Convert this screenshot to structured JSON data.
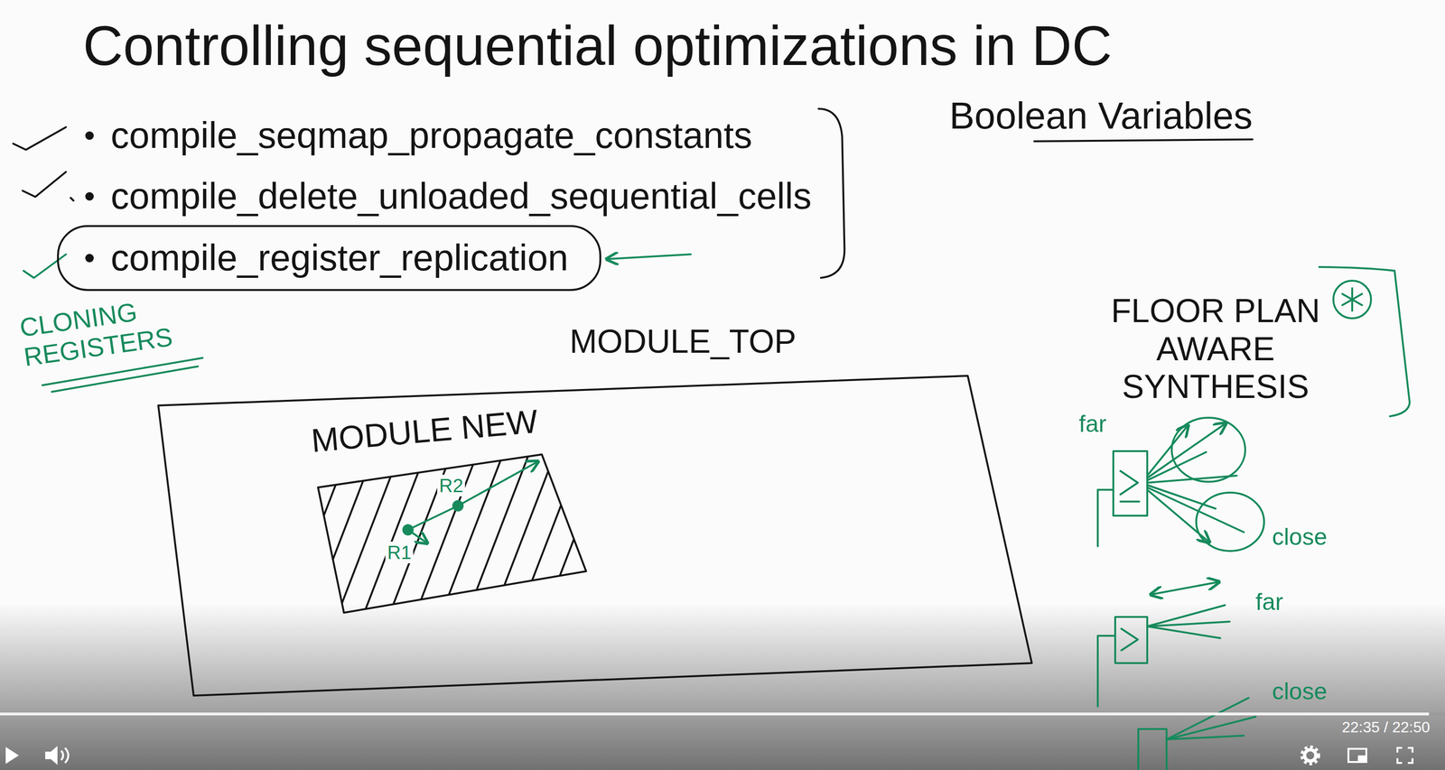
{
  "diagram": {
    "title": "Controlling sequential optimizations in DC",
    "nodes": [
      {
        "text": [
          "compile_register_replication"
        ]
      },
      {
        "text": [
          "MODULE_TOP"
        ]
      },
      {
        "text": [
          "MODULE NEW"
        ],
        "in": 1
      }
    ],
    "labels": [
      "compile_seqmap_propagate_constants",
      "compile_delete_unloaded_sequential_cells",
      "Boolean Variables",
      "CLONING REGISTERS",
      "R2",
      "R1",
      "FLOOR PLAN AWARE SYNTHESIS",
      "far",
      "close",
      "far",
      "close",
      "22:35 / 22:50"
    ]
  }
}
